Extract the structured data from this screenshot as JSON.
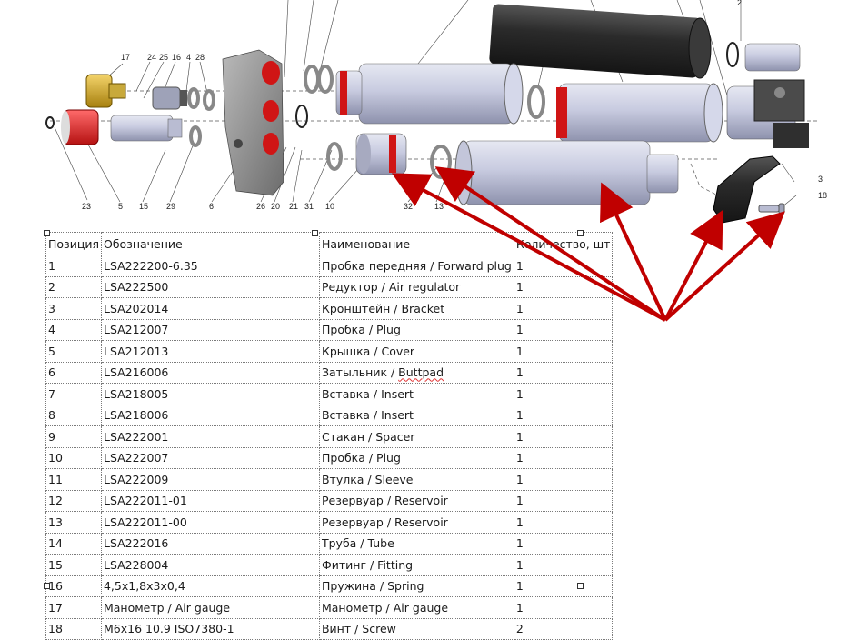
{
  "callouts": [
    "17",
    "24",
    "25",
    "16",
    "4",
    "28",
    "23",
    "5",
    "15",
    "29",
    "6",
    "26",
    "20",
    "21",
    "31",
    "10",
    "32",
    "13",
    "3",
    "18",
    "2"
  ],
  "table": {
    "headers": [
      "Позиция",
      "Обозначение",
      "Наименование",
      "Количество, шт"
    ],
    "rows": [
      [
        "1",
        "LSA222200-6.35",
        "Пробка передняя / Forward plug",
        "1"
      ],
      [
        "2",
        "LSA222500",
        "Редуктор / Air regulator",
        "1"
      ],
      [
        "3",
        "LSA202014",
        "Кронштейн / Bracket",
        "1"
      ],
      [
        "4",
        "LSA212007",
        "Пробка / Plug",
        "1"
      ],
      [
        "5",
        "LSA212013",
        "Крышка / Cover",
        "1"
      ],
      [
        "6",
        "LSA216006",
        "Затыльник / Buttpad",
        "1"
      ],
      [
        "7",
        "LSA218005",
        "Вставка / Insert",
        "1"
      ],
      [
        "8",
        "LSA218006",
        "Вставка / Insert",
        "1"
      ],
      [
        "9",
        "LSA222001",
        "Стакан / Spacer",
        "1"
      ],
      [
        "10",
        "LSA222007",
        "Пробка / Plug",
        "1"
      ],
      [
        "11",
        "LSA222009",
        "Втулка / Sleeve",
        "1"
      ],
      [
        "12",
        "LSA222011-01",
        "Резервуар / Reservoir",
        "1"
      ],
      [
        "13",
        "LSA222011-00",
        "Резервуар / Reservoir",
        "1"
      ],
      [
        "14",
        "LSA222016",
        "Труба / Tube",
        "1"
      ],
      [
        "15",
        "LSA228004",
        "Фитинг / Fitting",
        "1"
      ],
      [
        "16",
        "4,5x1,8x3x0,4",
        "Пружина / Spring",
        "1"
      ],
      [
        "17",
        "Манометр / Air gauge",
        "Манометр / Air gauge",
        "1"
      ],
      [
        "18",
        "M6x16 10.9 ISO7380-1",
        "Винт / Screw",
        "2"
      ]
    ]
  }
}
